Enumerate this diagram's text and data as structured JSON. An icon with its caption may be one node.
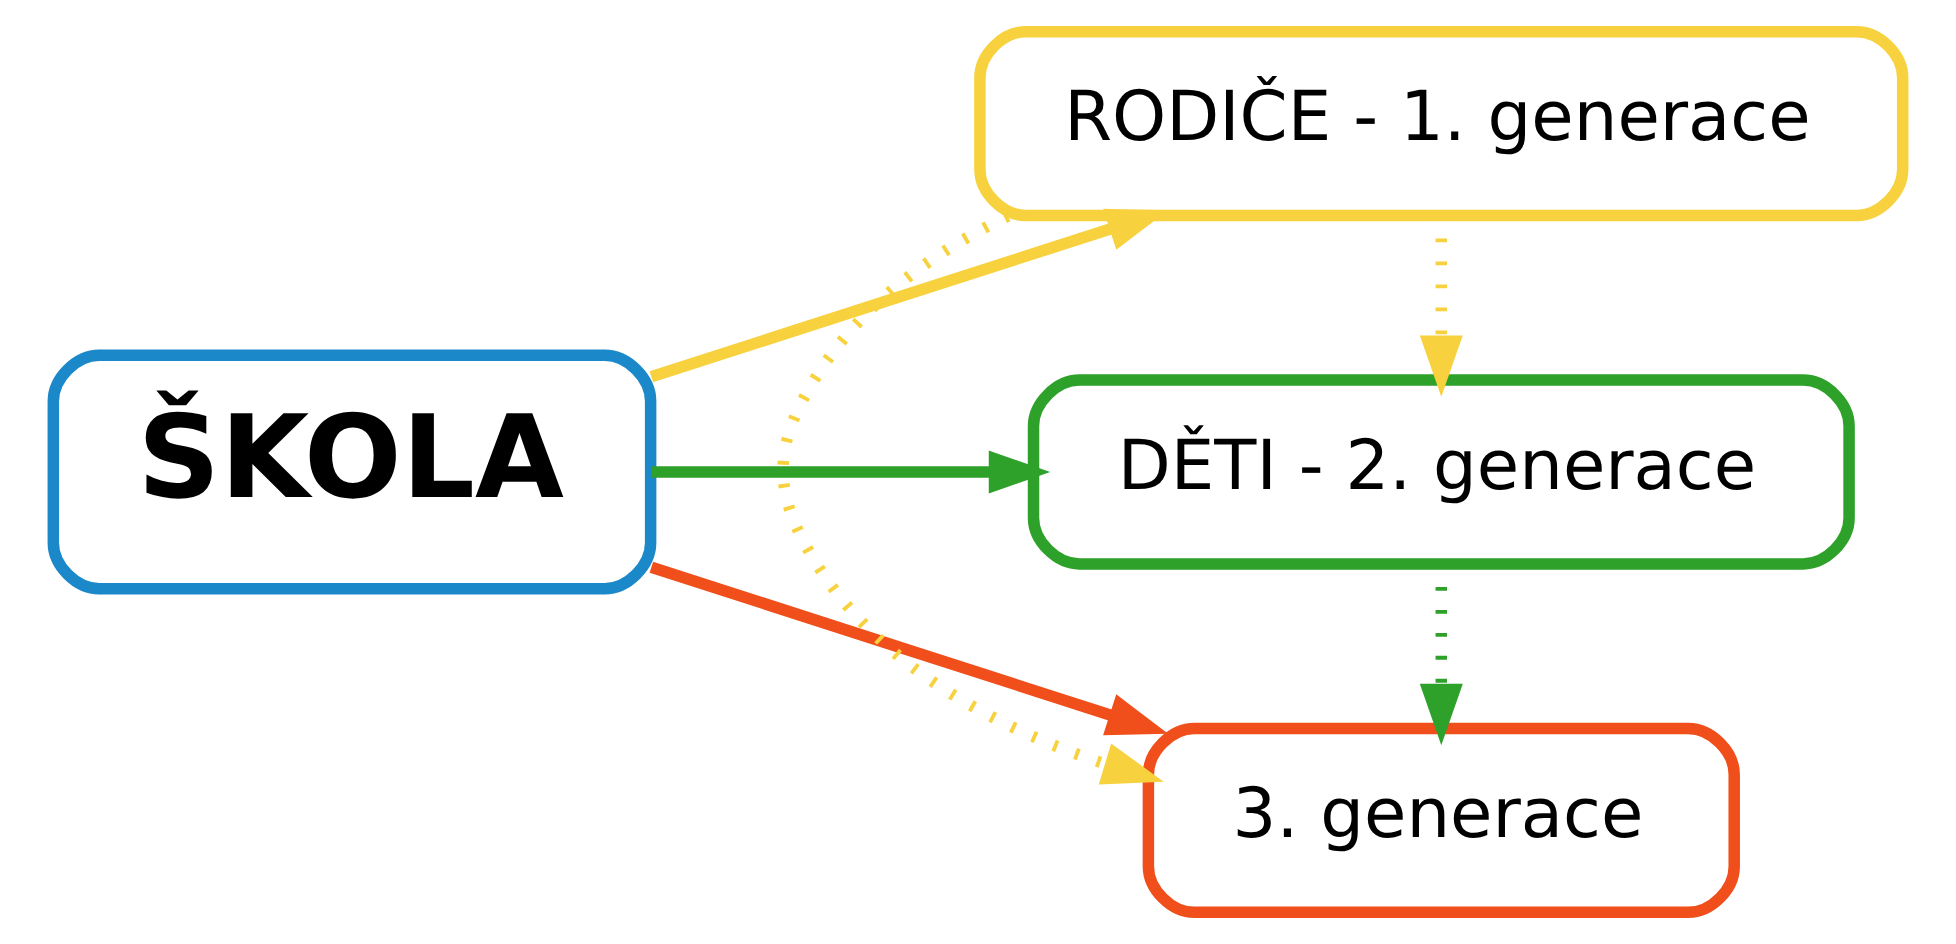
{
  "diagram": {
    "nodes": [
      {
        "text": [
          "ŠKOLA"
        ]
      },
      {
        "text": [
          "RODIČE - 1. generace"
        ]
      },
      {
        "text": [
          "DĚTI - 2. generace"
        ]
      },
      {
        "text": [
          "3. generace"
        ]
      }
    ],
    "edges": [
      {
        "from": 0,
        "to": 1,
        "arrow": "to",
        "color": "#f7d23e"
      },
      {
        "from": 0,
        "to": 2,
        "arrow": "to",
        "color": "#2ea12a"
      },
      {
        "from": 0,
        "to": 3,
        "arrow": "to",
        "color": "#f04f1c"
      },
      {
        "from": 1,
        "to": 2,
        "arrow": "to",
        "style": "dashed",
        "color": "#f7d23e"
      },
      {
        "from": 1,
        "to": 3,
        "arrow": "to",
        "style": "dashed",
        "color": "#f7d23e"
      },
      {
        "from": 2,
        "to": 3,
        "arrow": "to",
        "style": "dashed",
        "color": "#2ea12a"
      }
    ]
  }
}
